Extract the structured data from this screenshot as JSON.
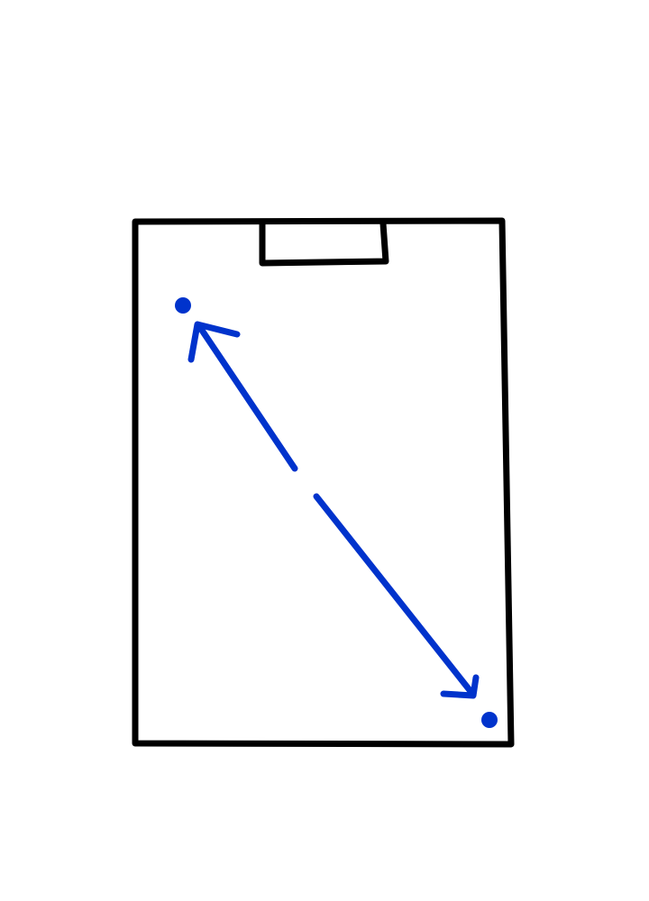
{
  "diagram": {
    "shapes": [
      {
        "kind": "outer-rectangle",
        "icon": "pitch-outline",
        "stroke": "#000000"
      },
      {
        "kind": "small-box-top",
        "icon": "goal-box",
        "stroke": "#000000"
      }
    ],
    "markers": [
      {
        "icon": "dot-marker",
        "fill": "#0033CC"
      },
      {
        "icon": "dot-marker",
        "fill": "#0033CC"
      }
    ],
    "connector": {
      "icon": "double-headed-arrow",
      "stroke": "#0033CC",
      "style": "broken-in-middle"
    }
  },
  "colors": {
    "ink": "#000000",
    "accent": "#0033CC",
    "background": "#FFFFFF"
  }
}
